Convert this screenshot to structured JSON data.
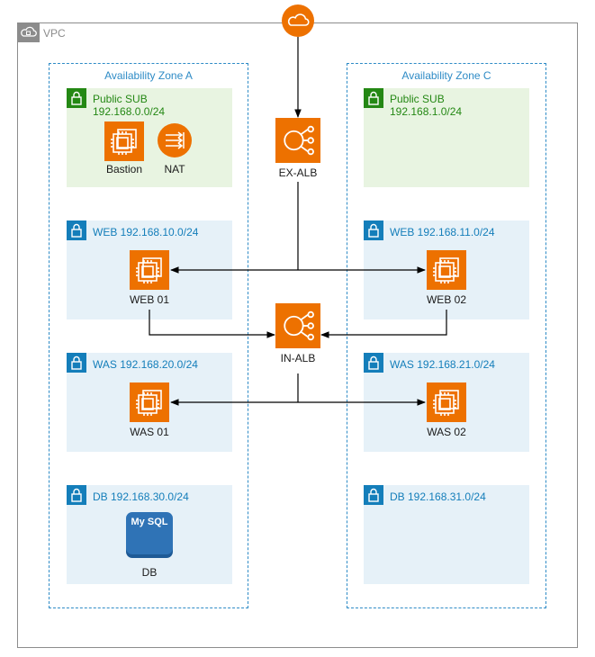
{
  "vpc": {
    "label": "VPC"
  },
  "zones": {
    "a": {
      "label": "Availability Zone A"
    },
    "c": {
      "label": "Availability Zone C"
    }
  },
  "subnets": {
    "a_public_name": "Public SUB",
    "a_public_cidr": "192.168.0.0/24",
    "c_public_name": "Public SUB",
    "c_public_cidr": "192.168.1.0/24",
    "a_web": "WEB 192.168.10.0/24",
    "c_web": "WEB 192.168.11.0/24",
    "a_was": "WAS 192.168.20.0/24",
    "c_was": "WAS 192.168.21.0/24",
    "a_db": "DB 192.168.30.0/24",
    "c_db": "DB 192.168.31.0/24"
  },
  "nodes": {
    "bastion": "Bastion",
    "nat": "NAT",
    "ex_alb": "EX-ALB",
    "in_alb": "IN-ALB",
    "web01": "WEB 01",
    "web02": "WEB 02",
    "was01": "WAS 01",
    "was02": "WAS 02",
    "db": "DB",
    "db_icon_text": "My SQL"
  },
  "colors": {
    "aws_orange": "#ed7100",
    "vpc_border": "#8c8c8c",
    "zone_border": "#2e8bc6",
    "public_fill": "#e8f4e1",
    "public_accent": "#248814",
    "private_fill": "#e6f1f8",
    "private_accent": "#147eba",
    "db_blue": "#2f73b6"
  },
  "icons": {
    "internet": "cloud-icon",
    "vpc": "vpc-cloud-icon",
    "subnet": "lock-icon",
    "ec2": "ec2-instance-icon",
    "nat": "nat-gateway-icon",
    "alb": "load-balancer-icon",
    "db": "mysql-database-icon"
  }
}
